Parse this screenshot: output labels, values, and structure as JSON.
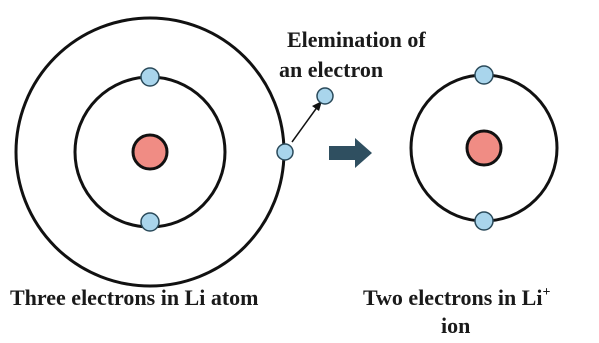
{
  "atom": {
    "caption": "Three electrons in Li atom",
    "electron_count": 3
  },
  "ion": {
    "caption_main": "Two electrons in Li",
    "caption_superscript": "+",
    "caption_line2": "ion",
    "electron_count": 2
  },
  "annotation": {
    "line1": "Elemination of",
    "line2": "an electron"
  },
  "colors": {
    "nucleus": "#f08c84",
    "electron": "#a9d5ec",
    "orbit": "#111111",
    "arrow": "#2f4f60"
  }
}
